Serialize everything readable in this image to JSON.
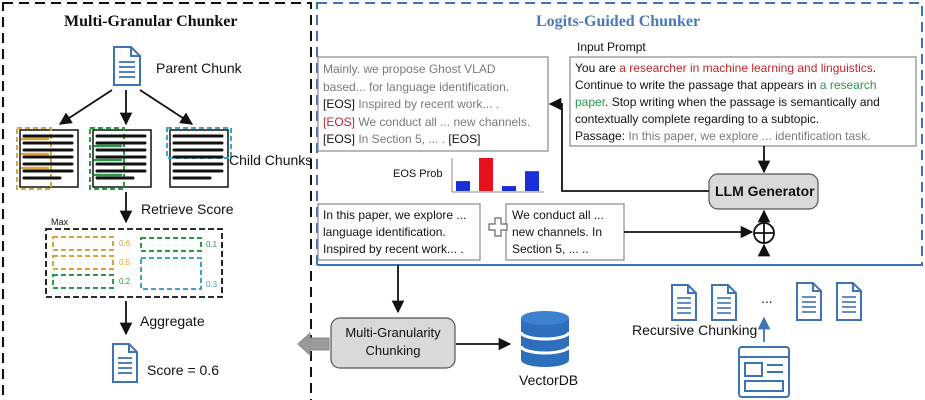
{
  "left_panel": {
    "title": "Multi-Granular Chunker",
    "parent_chunk": "Parent Chunk",
    "child_chunks": "Child Chunks",
    "retrieve_score": "Retrieve Score",
    "max_label": "Max",
    "scores": [
      "0.6",
      "0.5",
      "0.1",
      "0.2",
      "0.3"
    ],
    "aggregate": "Aggregate",
    "final_score": "Score = 0.6"
  },
  "right_panel": {
    "title": "Logits-Guided Chunker",
    "input_prompt_label": "Input Prompt",
    "prompt": {
      "l1_a": "You are ",
      "l1_b": "a researcher in machine learning and linguistics",
      "l1_c": ".",
      "l2_a": "Continue to write the passage that appears in ",
      "l2_b": "a research",
      "l3_a": "paper",
      "l3_b": ".  Stop writing when the passage is semantically and",
      "l4": "contextually complete regarding to a subtopic.",
      "l5_a": "Passage: ",
      "l5_b": "In this paper, we explore ... identification task."
    },
    "output": {
      "l1": "Mainly. we propose Ghost VLAD",
      "l2": "based... for language identification.",
      "l3_a": "[EOS] ",
      "l3_b": "Inspired by recent work... .",
      "l4_a": "[EOS]",
      "l4_b": " We conduct all ... new channels.",
      "l5_a": "[EOS] ",
      "l5_b": "In Section 5, ... . ",
      "l5_c": "[EOS]"
    },
    "eos_prob_label": "EOS Prob",
    "llm_generator": "LLM Generator",
    "chunk_a": [
      "In this paper, we explore ...",
      "language identification.",
      "Inspired by recent work... ."
    ],
    "chunk_b": [
      "We conduct all ...",
      "new channels. In",
      "Section 5, ... .."
    ],
    "recursive_chunking": "Recursive Chunking",
    "ellipsis": "...",
    "multi_granularity": [
      "Multi-Granularity",
      "Chunking"
    ],
    "vectordb": "VectorDB"
  },
  "colors": {
    "title_blue": "#4a78b8",
    "red": "#c0262e",
    "green": "#2a9a46",
    "gray_text": "#7a7a7a",
    "doc_blue": "#3d74b6",
    "orange": "#d9a53a",
    "cyan": "#3aa6c4"
  },
  "eos_bars": [
    0.3,
    1.0,
    0.15,
    0.6
  ]
}
